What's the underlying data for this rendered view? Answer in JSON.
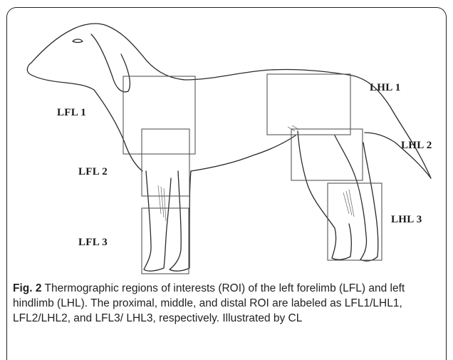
{
  "labels": {
    "lfl1": "LFL 1",
    "lfl2": "LFL 2",
    "lfl3": "LFL 3",
    "lhl1": "LHL 1",
    "lhl2": "LHL 2",
    "lhl3": "LHL 3"
  },
  "caption": {
    "fig_number": "Fig. 2",
    "text": " Thermographic regions of interests (ROI) of the left forelimb (LFL) and left hindlimb (LHL). The proximal, middle, and distal ROI are labeled as LFL1/LHL1, LFL2/LHL2, and LFL3/ LHL3, respectively. Illustrated by CL"
  },
  "colors": {
    "outline": "#222222",
    "roi_box": "#555555",
    "shading": "#777777"
  }
}
